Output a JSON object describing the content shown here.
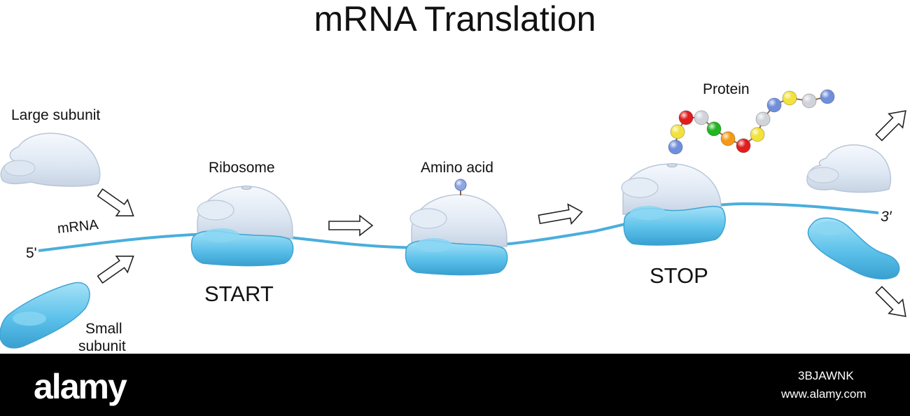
{
  "title": "mRNA Translation",
  "labels": {
    "large_subunit": "Large subunit",
    "small_subunit_line1": "Small",
    "small_subunit_line2": "subunit",
    "five_prime": "5'",
    "three_prime": "3′",
    "mrna": "mRNA",
    "ribosome": "Ribosome",
    "start": "START",
    "amino_acid": "Amino acid",
    "protein": "Protein",
    "stop": "STOP"
  },
  "footer": {
    "brand": "alamy",
    "image_id": "3BJAWNK",
    "url": "www.alamy.com"
  },
  "colors": {
    "large_subunit": "#e4ecf6",
    "small_subunit": "#66c6ea",
    "mrna_strand": "#4aaedc",
    "amino_acid": "#8fa6e0",
    "protein_beads": [
      "#6f8fdc",
      "#f2e23a",
      "#e01e1e",
      "#d0d4da",
      "#22b522",
      "#f59a16",
      "#e01e1e",
      "#f2e23a",
      "#d0d4da",
      "#6f8fdc",
      "#f2e23a",
      "#d0d4da",
      "#6f8fdc"
    ]
  }
}
